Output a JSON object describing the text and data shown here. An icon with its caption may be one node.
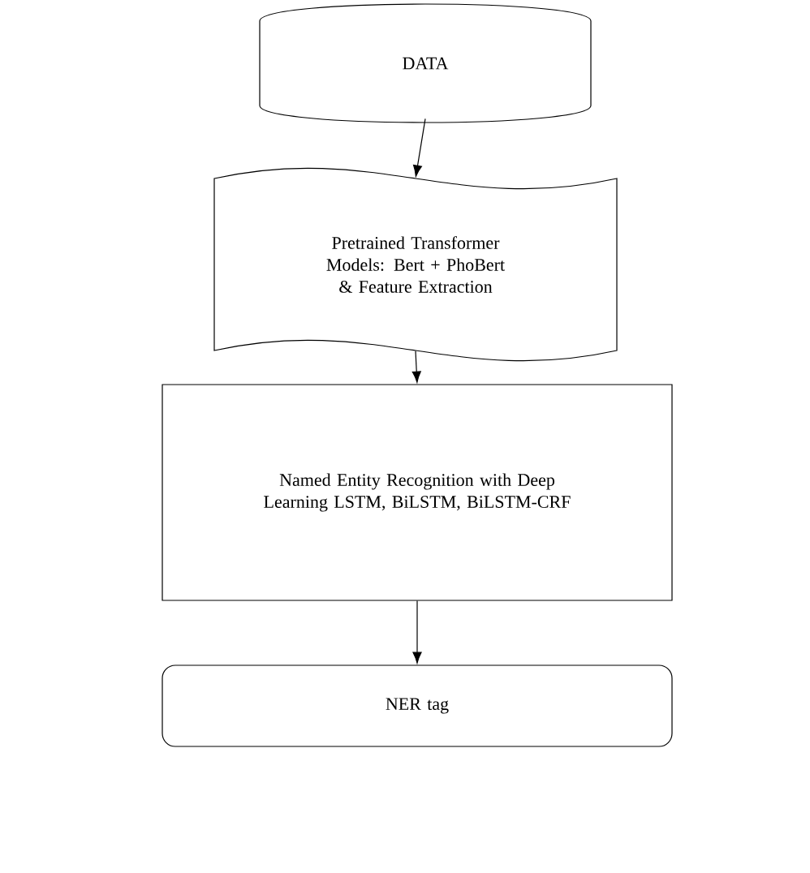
{
  "diagram": {
    "nodes": [
      {
        "text": [
          "DATA"
        ]
      },
      {
        "text": [
          "Pretrained Transformer Models: Bert + PhoBert",
          "& Feature Extraction"
        ]
      },
      {
        "text": [
          "Named Entity Recognition with Deep Learning LSTM, BiLSTM, BiLSTM-CRF"
        ]
      },
      {
        "text": [
          "NER tag"
        ]
      }
    ],
    "edges": [
      {
        "from": 0,
        "to": 1,
        "arrow": "to"
      },
      {
        "from": 1,
        "to": 2,
        "arrow": "to"
      },
      {
        "from": 2,
        "to": 3,
        "arrow": "to"
      }
    ]
  }
}
